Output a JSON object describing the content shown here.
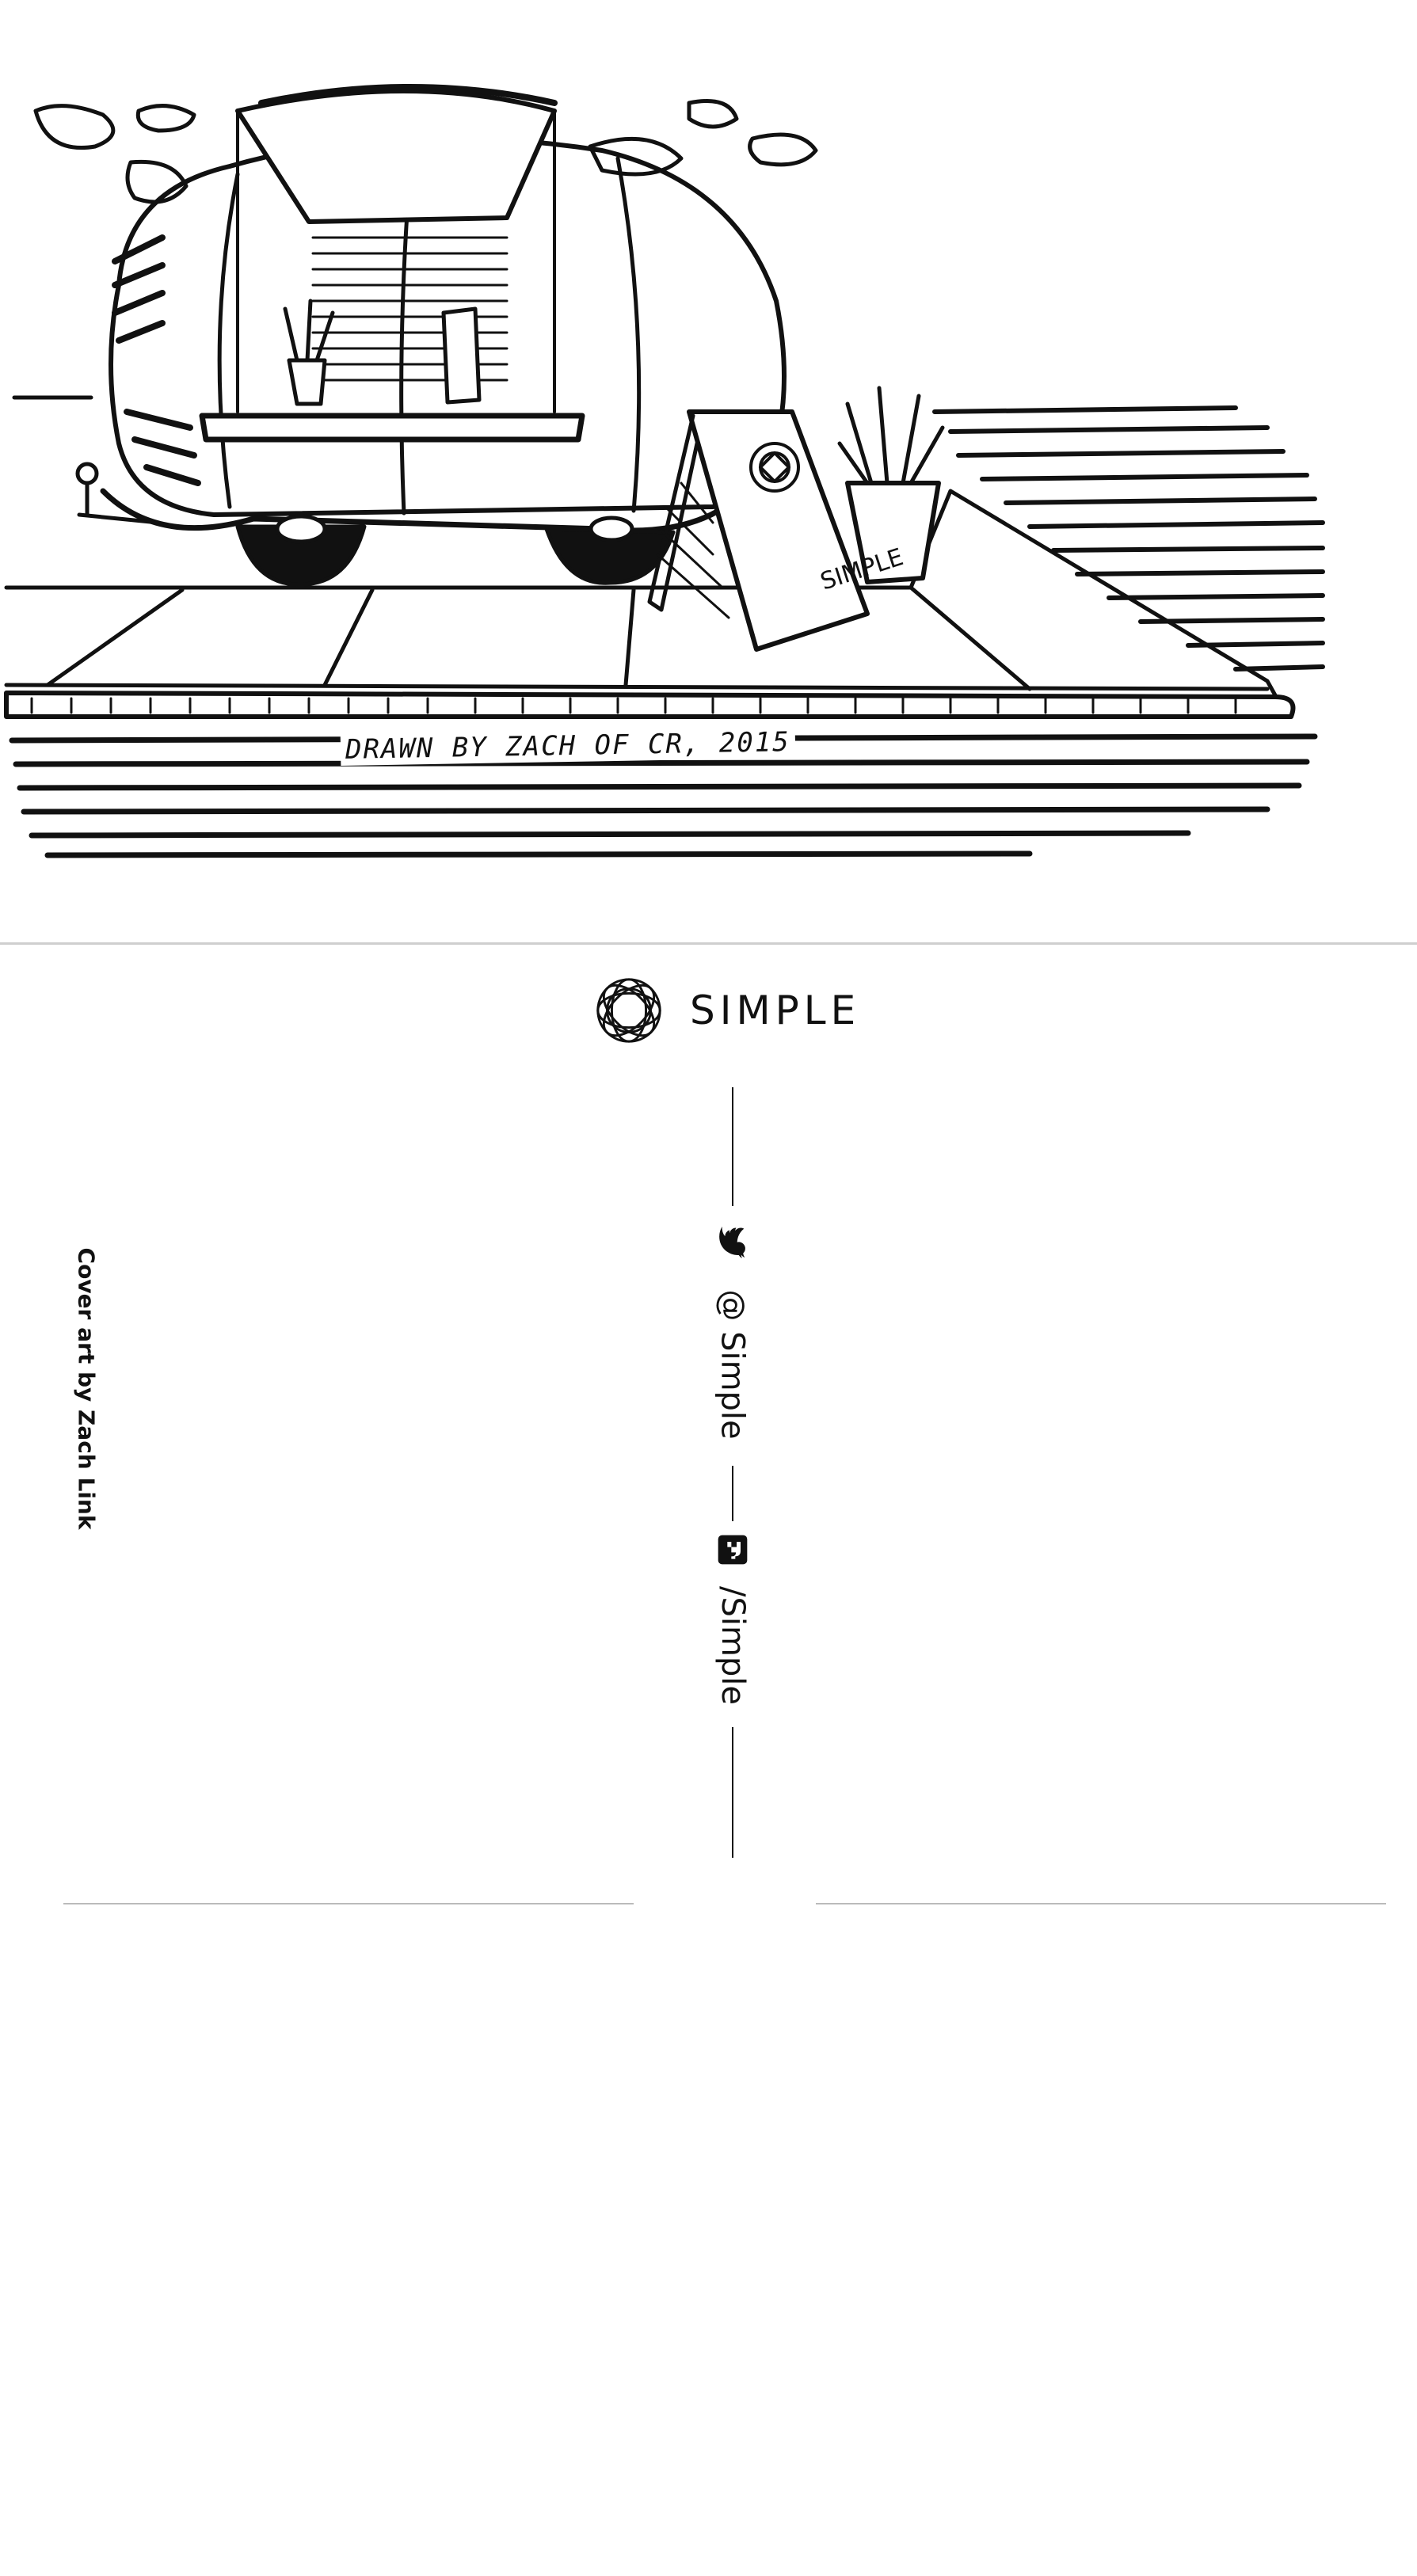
{
  "front": {
    "signature": "DRAWN BY ZACH OF CR, 2015",
    "sign_text": "SIMPLE"
  },
  "back": {
    "brand_name": "SIMPLE",
    "twitter_handle": "@ Simple",
    "facebook_handle": "/Simple",
    "credit": "Cover art by Zach Link"
  },
  "icons": {
    "logo": "simple-logo-icon",
    "twitter": "twitter-bird-icon",
    "facebook": "facebook-f-icon"
  },
  "colors": {
    "ink": "#111111",
    "paper": "#ffffff"
  }
}
